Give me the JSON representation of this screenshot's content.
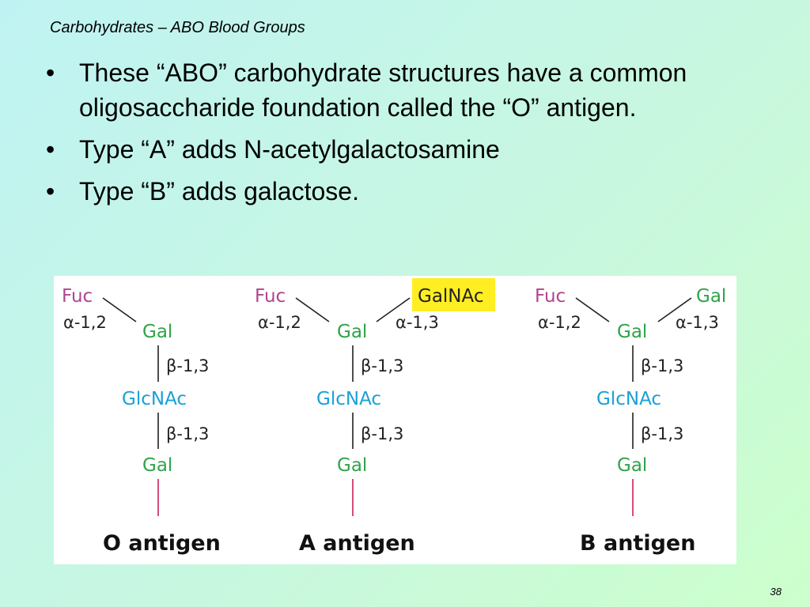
{
  "slide": {
    "title": "Carbohydrates – ABO Blood Groups",
    "bullet_symbol": "•",
    "bullets": [
      "These “ABO” carbohydrate structures have a common oligosaccharide foundation called the “O” antigen.",
      "Type “A” adds N-acetylgalactosamine",
      "Type “B” adds galactose."
    ],
    "page_number": "38"
  },
  "figure": {
    "colors": {
      "fuc": "#b0458f",
      "gal": "#2fa34a",
      "glcnac": "#1aa0d8",
      "reducing_end_line": "#cc2255",
      "galnac_highlight": "#ffee22"
    },
    "antigens": [
      {
        "name": "O antigen",
        "fuc": "Fuc",
        "fuc_link": "α-1,2",
        "gal": "Gal",
        "link1": "β-1,3",
        "glcnac": "GlcNAc",
        "link2": "β-1,3",
        "gal2": "Gal"
      },
      {
        "name": "A antigen",
        "fuc": "Fuc",
        "fuc_link": "α-1,2",
        "added": "GalNAc",
        "added_link": "α-1,3",
        "gal": "Gal",
        "link1": "β-1,3",
        "glcnac": "GlcNAc",
        "link2": "β-1,3",
        "gal2": "Gal"
      },
      {
        "name": "B antigen",
        "fuc": "Fuc",
        "fuc_link": "α-1,2",
        "added": "Gal",
        "added_link": "α-1,3",
        "gal": "Gal",
        "link1": "β-1,3",
        "glcnac": "GlcNAc",
        "link2": "β-1,3",
        "gal2": "Gal"
      }
    ]
  }
}
